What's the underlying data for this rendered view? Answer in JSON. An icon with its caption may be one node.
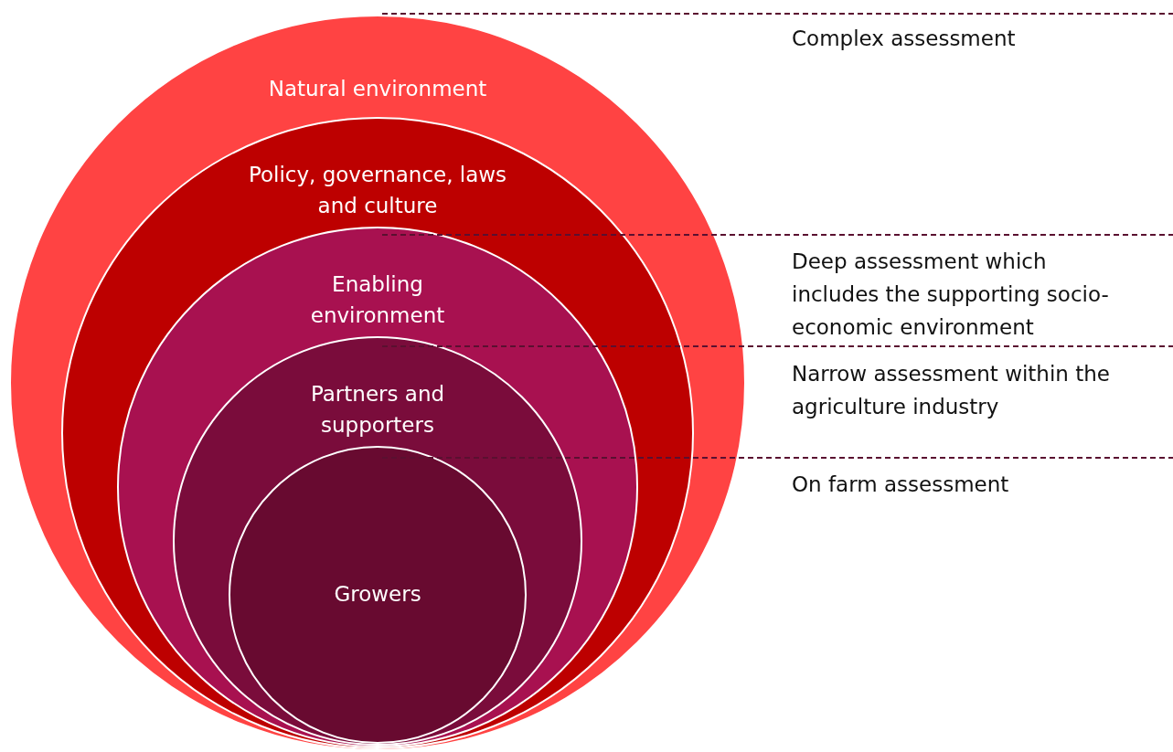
{
  "diagram": {
    "nodes": [
      {
        "text": [
          "Natural environment"
        ]
      },
      {
        "text": [
          "Policy, governance, laws and culture"
        ],
        "in": 0
      },
      {
        "text": [
          "Enabling environment"
        ],
        "in": 1
      },
      {
        "text": [
          "Partners and supporters"
        ],
        "in": 2
      },
      {
        "text": [
          "Growers"
        ],
        "in": 3
      }
    ],
    "labels": [
      "Complex assessment",
      "Deep assessment which includes the supporting socio-economic environment",
      "Narrow assessment within the agriculture industry",
      "On farm assessment"
    ]
  }
}
